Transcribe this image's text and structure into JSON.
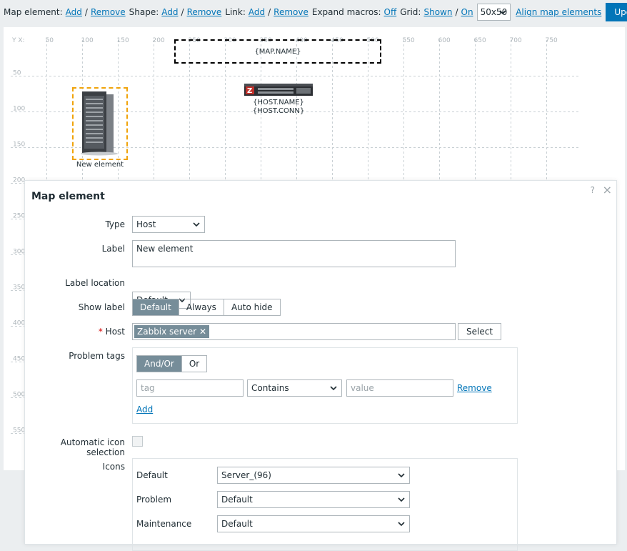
{
  "toolbar": {
    "map_element_label": "Map element:",
    "shape_label": "Shape:",
    "link_label": "Link:",
    "add": "Add",
    "remove": "Remove",
    "slash": "/",
    "expand_macros_label": "Expand macros:",
    "expand_macros_value": "Off",
    "grid_label": "Grid:",
    "grid_shown": "Shown",
    "grid_on": "On",
    "grid_size": "50x50",
    "align": "Align map elements",
    "update": "Update"
  },
  "map": {
    "corner_label": "Y X:",
    "x_labels": [
      "50",
      "100",
      "150",
      "200",
      "250",
      "300",
      "350",
      "400",
      "450",
      "500",
      "550",
      "600",
      "650",
      "700",
      "750"
    ],
    "y_labels": [
      "50",
      "100",
      "150",
      "200",
      "250",
      "300",
      "350",
      "400",
      "450",
      "500",
      "550"
    ],
    "map_name": "{MAP.NAME}",
    "host_name": "{HOST.NAME}",
    "host_conn": "{HOST.CONN}",
    "new_element_label": "New element"
  },
  "dialog": {
    "title": "Map element",
    "help": "?",
    "close": "×",
    "type_label": "Type",
    "type_value": "Host",
    "label_label": "Label",
    "label_value": "New element",
    "label_location_label": "Label location",
    "label_location_value": "Default",
    "show_label_label": "Show label",
    "show_label_options": [
      "Default",
      "Always",
      "Auto hide"
    ],
    "host_required": "*",
    "host_label": "Host",
    "host_chip": "Zabbix server",
    "host_select": "Select",
    "problem_tags_label": "Problem tags",
    "tags_eval_options": [
      "And/Or",
      "Or"
    ],
    "tag_placeholder": "tag",
    "operator_value": "Contains",
    "value_placeholder": "value",
    "tag_remove": "Remove",
    "tag_add": "Add",
    "auto_icon_label": "Automatic icon selection",
    "icons_label": "Icons",
    "icon_default_label": "Default",
    "icon_default_value": "Server_(96)",
    "icon_problem_label": "Problem",
    "icon_problem_value": "Default",
    "icon_maintenance_label": "Maintenance",
    "icon_maintenance_value": "Default"
  }
}
